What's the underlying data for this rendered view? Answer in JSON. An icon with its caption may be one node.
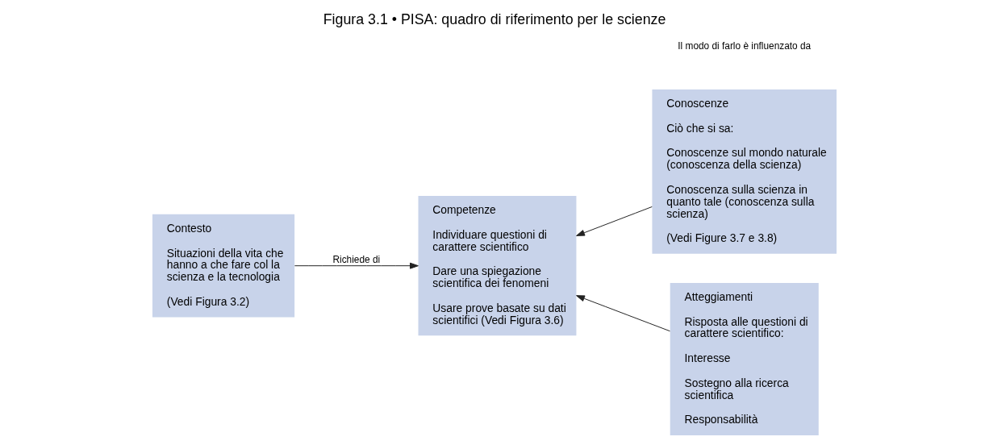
{
  "diagram": {
    "title": "Figura 3.1 • PISA: quadro di riferimento per le scienze",
    "nodes": [
      {
        "text": [
          "Contesto",
          "Situazioni della vita che hanno a che fare col la scienza e la tecnologia",
          "(Vedi Figura 3.2)"
        ]
      },
      {
        "text": [
          "Competenze",
          "Individuare questioni di carattere scientifico",
          "Dare una spiegazione scientifica dei fenomeni",
          "Usare prove basate su dati scientifici (Vedi Figura 3.6)"
        ]
      },
      {
        "text": [
          "Conoscenze",
          "Ciò che si sa:",
          "Conoscenze sul mondo naturale (conoscenza della scienza)",
          "Conoscenza sulla scienza in quanto tale (conoscenza sulla scienza)",
          "(Vedi Figure 3.7 e 3.8)"
        ]
      },
      {
        "text": [
          "Atteggiamenti",
          "Risposta alle questioni di carattere scientifico:",
          "Interesse",
          "Sostegno alla ricerca scientifica",
          "Responsabilità"
        ]
      }
    ],
    "edges": [
      {
        "from": 0,
        "to": 1,
        "arrow": "to",
        "label": "Richiede di"
      },
      {
        "from": 2,
        "to": 1,
        "arrow": "to"
      },
      {
        "from": 3,
        "to": 1,
        "arrow": "to"
      }
    ],
    "labels": [
      "Il modo di farlo è influenzato da"
    ]
  }
}
